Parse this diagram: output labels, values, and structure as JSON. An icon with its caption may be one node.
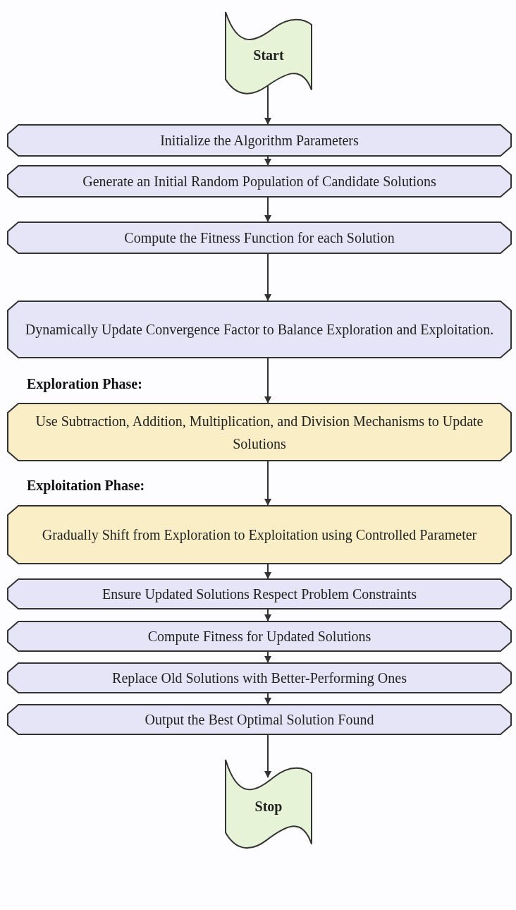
{
  "diagram": {
    "nodes": [
      {
        "text": [
          "Start"
        ]
      },
      {
        "text": [
          "Initialize the Algorithm Parameters"
        ]
      },
      {
        "text": [
          "Generate an Initial Random Population of Candidate Solutions"
        ]
      },
      {
        "text": [
          "Compute the Fitness Function for each Solution"
        ]
      },
      {
        "text": [
          "Dynamically Update Convergence Factor to Balance Exploration and Exploitation."
        ]
      },
      {
        "text": [
          "Use Subtraction, Addition, Multiplication, and Division Mechanisms to Update Solutions"
        ]
      },
      {
        "text": [
          "Gradually Shift from Exploration to Exploitation using Controlled Parameter"
        ]
      },
      {
        "text": [
          "Ensure Updated Solutions Respect Problem Constraints"
        ]
      },
      {
        "text": [
          "Compute Fitness for Updated Solutions"
        ]
      },
      {
        "text": [
          "Replace Old Solutions with Better-Performing Ones"
        ]
      },
      {
        "text": [
          "Output the Best Optimal Solution Found"
        ]
      },
      {
        "text": [
          "Stop"
        ]
      }
    ],
    "edges": [
      {
        "from": 0,
        "to": 1,
        "arrow": "to"
      },
      {
        "from": 1,
        "to": 2,
        "arrow": "to"
      },
      {
        "from": 2,
        "to": 3,
        "arrow": "to"
      },
      {
        "from": 3,
        "to": 4,
        "arrow": "to"
      },
      {
        "from": 4,
        "to": 5,
        "arrow": "to"
      },
      {
        "from": 5,
        "to": 6,
        "arrow": "to"
      },
      {
        "from": 6,
        "to": 7,
        "arrow": "to"
      },
      {
        "from": 7,
        "to": 8,
        "arrow": "to"
      },
      {
        "from": 8,
        "to": 9,
        "arrow": "to"
      },
      {
        "from": 9,
        "to": 10,
        "arrow": "to"
      },
      {
        "from": 10,
        "to": 11,
        "arrow": "to"
      }
    ],
    "labels": [
      "Exploration Phase:",
      "Exploitation Phase:"
    ]
  }
}
